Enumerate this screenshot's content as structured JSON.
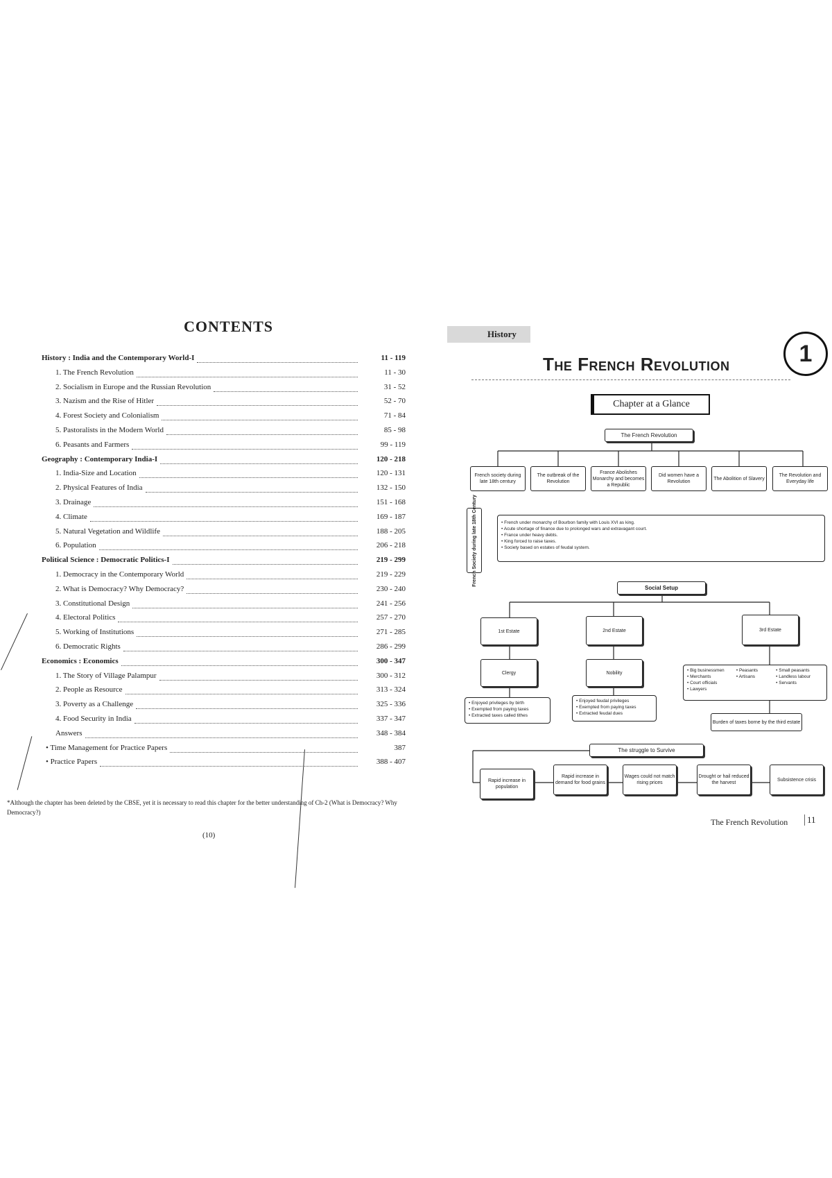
{
  "left_page": {
    "title": "CONTENTS",
    "toc": [
      {
        "label": "History : India and the Contemporary World-I",
        "pages": "11 - 119",
        "subject": true
      },
      {
        "label": "1. The French Revolution",
        "pages": "11 - 30"
      },
      {
        "label": "2. Socialism in Europe and the Russian Revolution",
        "pages": "31 - 52"
      },
      {
        "label": "3. Nazism and the Rise of Hitler",
        "pages": "52 - 70"
      },
      {
        "label": "4. Forest Society and Colonialism",
        "pages": "71 - 84"
      },
      {
        "label": "5. Pastoralists in the Modern World",
        "pages": "85 - 98"
      },
      {
        "label": "6. Peasants and Farmers",
        "pages": "99 - 119"
      },
      {
        "label": "Geography : Contemporary India-I",
        "pages": "120 - 218",
        "subject": true
      },
      {
        "label": "1. India-Size and Location",
        "pages": "120 - 131"
      },
      {
        "label": "2. Physical Features of India",
        "pages": "132 - 150"
      },
      {
        "label": "3. Drainage",
        "pages": "151 - 168"
      },
      {
        "label": "4. Climate",
        "pages": "169 - 187"
      },
      {
        "label": "5. Natural Vegetation and Wildlife",
        "pages": "188 - 205"
      },
      {
        "label": "6. Population",
        "pages": "206 - 218"
      },
      {
        "label": "Political Science : Democratic Politics-I",
        "pages": "219 - 299",
        "subject": true
      },
      {
        "label": "1. Democracy in the Contemporary World",
        "pages": "219 - 229"
      },
      {
        "label": "2. What is Democracy? Why Democracy?",
        "pages": "230 - 240"
      },
      {
        "label": "3. Constitutional Design",
        "pages": "241 - 256"
      },
      {
        "label": "4. Electoral Politics",
        "pages": "257 - 270"
      },
      {
        "label": "5. Working of Institutions",
        "pages": "271 - 285"
      },
      {
        "label": "6. Democratic Rights",
        "pages": "286 - 299"
      },
      {
        "label": "Economics : Economics",
        "pages": "300 - 347",
        "subject": true
      },
      {
        "label": "1. The Story of Village Palampur",
        "pages": "300 - 312"
      },
      {
        "label": "2. People as Resource",
        "pages": "313 - 324"
      },
      {
        "label": "3. Poverty as a Challenge",
        "pages": "325 - 336"
      },
      {
        "label": "4. Food Security in India",
        "pages": "337 - 347"
      },
      {
        "label": "Answers",
        "pages": "348 - 384"
      },
      {
        "label": "• Time Management for Practice Papers",
        "pages": "387"
      },
      {
        "label": "• Practice Papers",
        "pages": "388 - 407"
      }
    ],
    "footnote": "*Although the chapter has been deleted by the CBSE, yet it is necessary to read this chapter for the better understanding of Ch-2 (What is Democracy? Why Democracy?)",
    "page_number": "(10)"
  },
  "right_page": {
    "section_tab": "History",
    "chapter_title": "The French Revolution",
    "chapter_number": "1",
    "glance": "Chapter at a Glance",
    "fr_root": "The French Revolution",
    "fr_children": [
      "French society during late 18th century",
      "The outbreak of the Revolution",
      "France Abolishes Monarchy and becomes a Republic",
      "Did women have a Revolution",
      "The Abolition of Slavery",
      "The Revolution and Everyday life"
    ],
    "society_label": "French Society during late 18th Century",
    "society_points": [
      "French under monarchy of Bourbon family with Louis XVI as king.",
      "Acute shortage of finance due to prolonged wars and extravagant court.",
      "France under heavy debts.",
      "King forced to raise taxes.",
      "Society based on estates of feudal system."
    ],
    "social_setup": "Social Setup",
    "estates": [
      "1st Estate",
      "2nd Estate",
      "3rd Estate"
    ],
    "estate_members": [
      "Clergy",
      "Nobility"
    ],
    "third_estate_members": [
      "Big businessmen",
      "Merchants",
      "Court officials",
      "Lawyers",
      "Peasants",
      "Artisans",
      "Small peasants",
      "Landless labour",
      "Servants"
    ],
    "clergy_privileges": [
      "Enjoyed privileges by birth",
      "Exempted from paying taxes",
      "Extracted taxes called tithes"
    ],
    "nobility_privileges": [
      "Enjoyed feudal privileges",
      "Exempted from paying taxes",
      "Extracted feudal dues"
    ],
    "third_burden": "Burden of taxes borne by the third estate",
    "struggle": "The struggle to Survive",
    "struggle_steps": [
      "Rapid increase in population",
      "Rapid increase in demand for food grains",
      "Wages could not match rising prices",
      "Drought or hail reduced the harvest",
      "Subsistence crisis"
    ],
    "footer_title": "The French Revolution",
    "footer_page": "11"
  }
}
